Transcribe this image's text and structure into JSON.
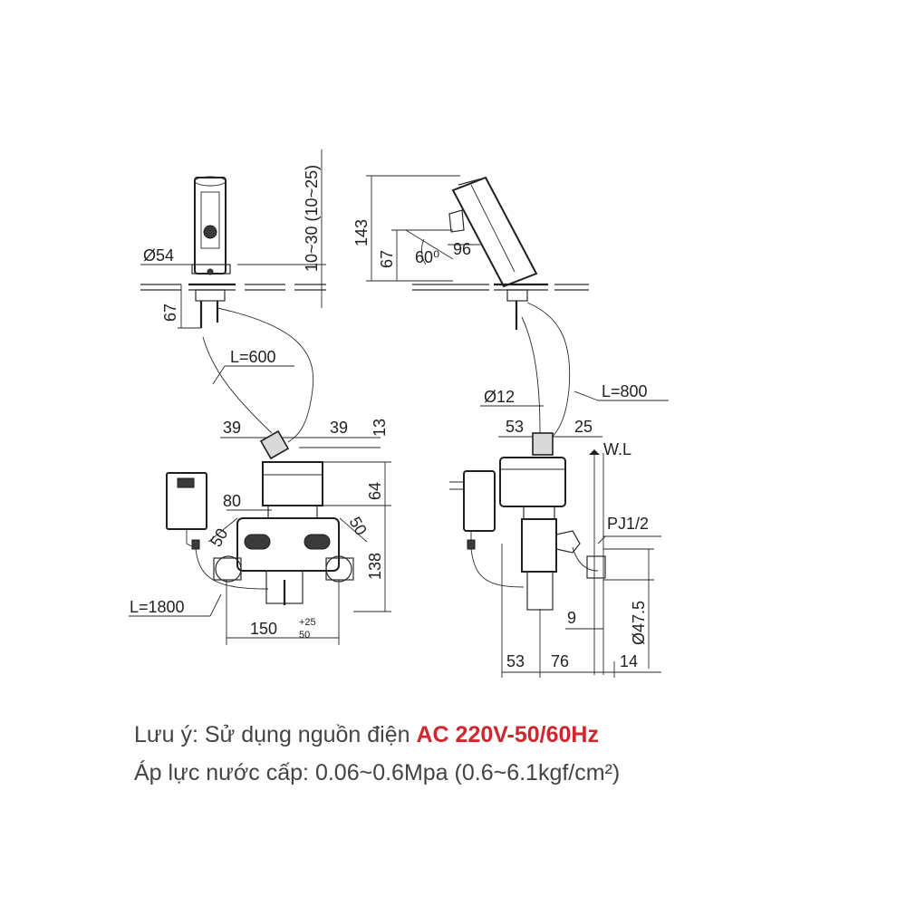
{
  "left_view": {
    "dia54": "Ø54",
    "h_10_30": "10~30 (10~25)",
    "h67": "67",
    "l600": "L=600",
    "d39_left": "39",
    "d39_right": "39",
    "d13": "13",
    "d64": "64",
    "d80": "80",
    "d50_left": "50",
    "d50_right": "50",
    "d138": "138",
    "l1800": "L=1800",
    "w150": "150",
    "tol_plus": "+25",
    "tol_minus": "50"
  },
  "right_view": {
    "h143": "143",
    "h67": "67",
    "angle60": "60⁰",
    "d96": "96",
    "dia12": "Ø12",
    "l800": "L=800",
    "d53_top": "53",
    "d25": "25",
    "wl": "W.L",
    "pj": "PJ1/2",
    "d9": "9",
    "dia47": "Ø47.5",
    "d53_bottom": "53",
    "d76": "76",
    "d14": "14"
  },
  "notes": {
    "line1_prefix": "Lưu ý: Sử dụng  nguồn điện ",
    "line1_highlight": "AC 220V-50/60Hz",
    "line2": "Áp lực nước cấp: 0.06~0.6Mpa (0.6~6.1kgf/cm²)",
    "highlight_color": "#d0262d"
  }
}
